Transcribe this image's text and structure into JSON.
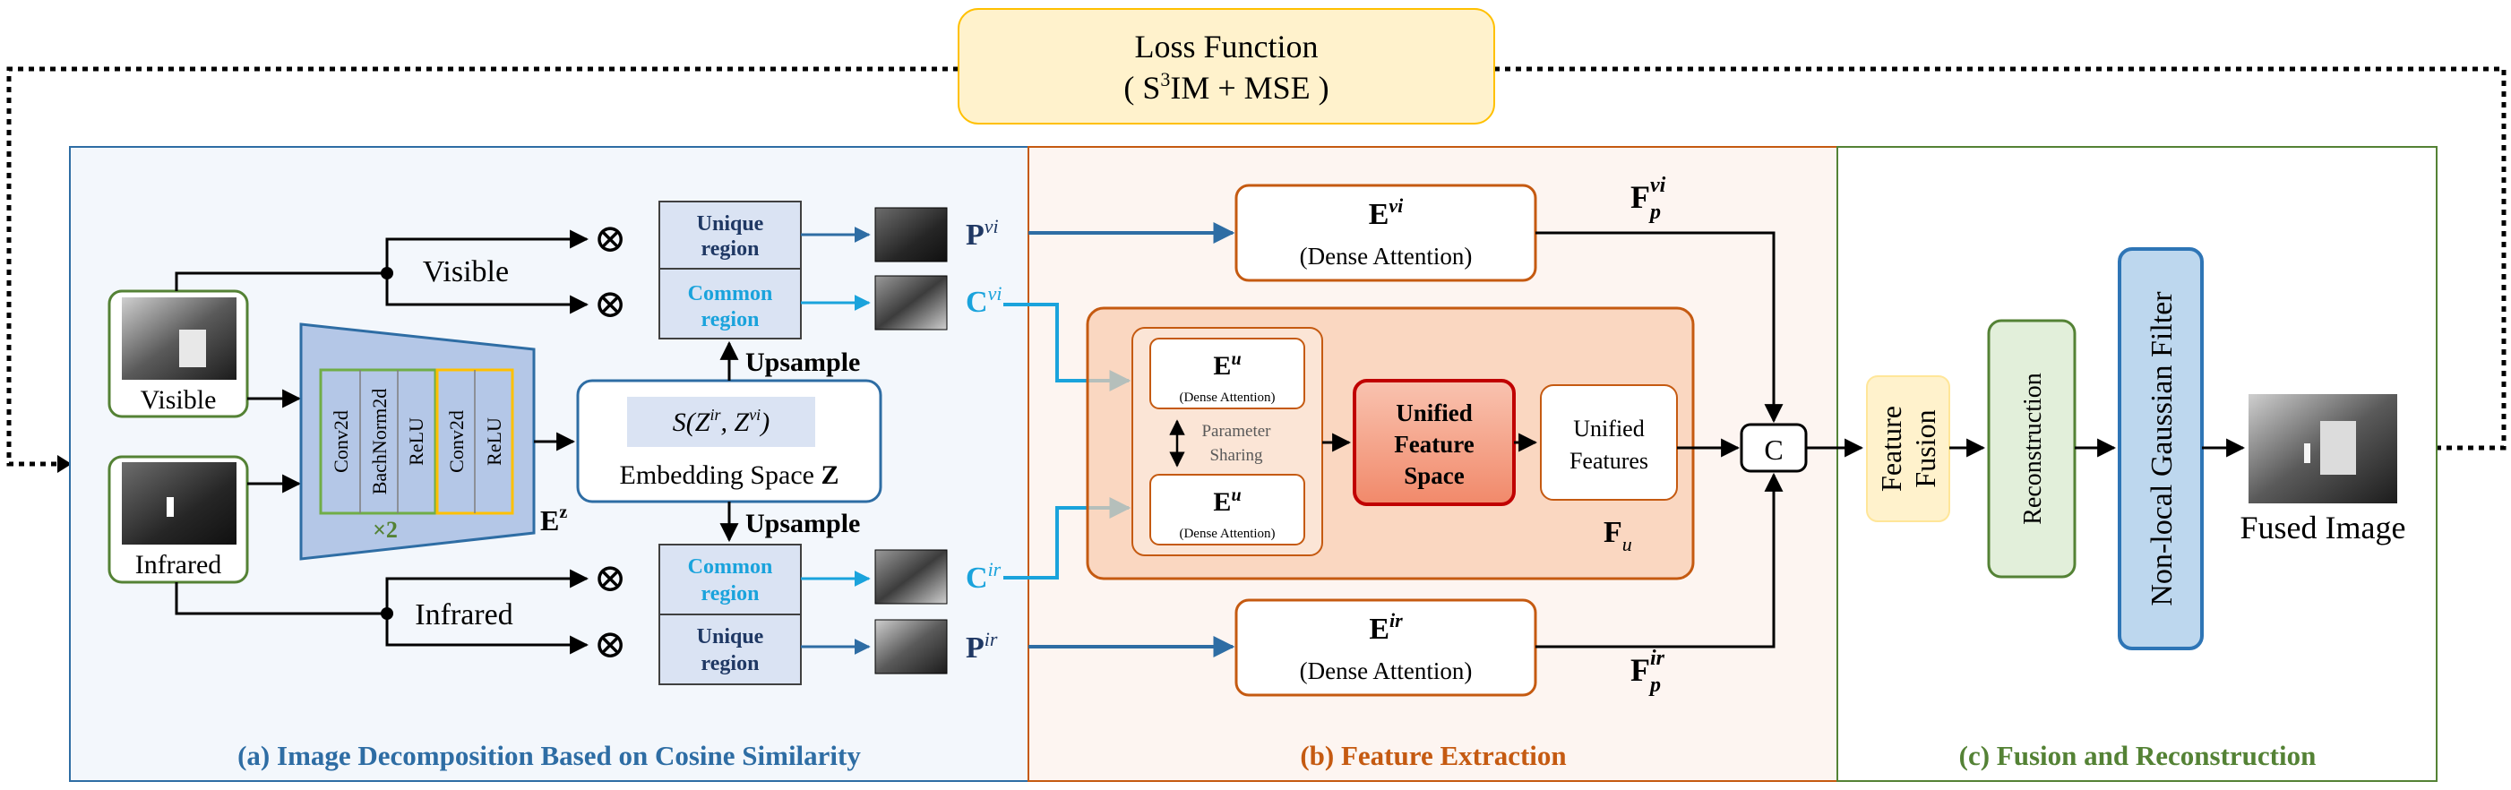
{
  "loss": {
    "title": "Loss Function",
    "formula_pre": "( S",
    "formula_sup": "3",
    "formula_post": "IM + MSE )"
  },
  "panels": {
    "a": {
      "caption": "(a)  Image Decomposition Based on Cosine Similarity"
    },
    "b": {
      "caption": "(b) Feature Extraction"
    },
    "c": {
      "caption": "(c) Fusion and Reconstruction"
    }
  },
  "inputs": {
    "visible_label": "Visible",
    "infrared_label": "Infrared",
    "visible_branch": "Visible",
    "infrared_branch": "Infrared"
  },
  "encoder": {
    "layers": [
      "Conv2d",
      "BachNorm2d",
      "ReLU",
      "Conv2d",
      "ReLU"
    ],
    "repeat": "×2",
    "name": "E",
    "name_sup": "z"
  },
  "embedding": {
    "formula": "S(Z",
    "sup1": "ir",
    "mid": ", Z",
    "sup2": "vi",
    "close": ")",
    "label": "Embedding Space ",
    "label_bold": "Z"
  },
  "upsample": {
    "top": "Upsample",
    "bottom": "Upsample"
  },
  "regions": {
    "vi_unique": [
      "Unique",
      "region"
    ],
    "vi_common": [
      "Common",
      "region"
    ],
    "ir_common": [
      "Common",
      "region"
    ],
    "ir_unique": [
      "Unique",
      "region"
    ]
  },
  "symbols": {
    "P_vi": "P",
    "P_vi_sup": "vi",
    "C_vi": "C",
    "C_vi_sup": "vi",
    "C_ir": "C",
    "C_ir_sup": "ir",
    "P_ir": "P",
    "P_ir_sup": "ir",
    "otimes": "⊗"
  },
  "feature_extraction": {
    "e_vi": "E",
    "e_vi_sup": "vi",
    "e_vi_sub": "(Dense Attention)",
    "e_ir": "E",
    "e_ir_sup": "ir",
    "e_ir_sub": "(Dense Attention)",
    "e_u": "E",
    "e_u_sup": "u",
    "e_u_sub": "(Dense Attention)",
    "param_sharing": [
      "Parameter",
      "Sharing"
    ],
    "unified_space": [
      "Unified",
      "Feature",
      "Space"
    ],
    "unified_features": [
      "Unified",
      "Features"
    ],
    "f_u": "F",
    "f_u_sub": "u",
    "f_vi": "F",
    "f_vi_sub": "p",
    "f_vi_sup": "vi",
    "f_ir": "F",
    "f_ir_sub": "p",
    "f_ir_sup": "ir"
  },
  "fusion": {
    "concat": "C",
    "feature_fusion": [
      "Feature",
      "Fusion"
    ],
    "reconstruction": "Reconstruction",
    "nlgf": "Non-local Gaussian Filter",
    "output": "Fused Image"
  },
  "colors": {
    "blue_dark": "#2e6da4",
    "cyan": "#1aa3dc",
    "orange": "#c55a11",
    "green": "#548235",
    "red": "#c00000",
    "yellow": "#ffc000"
  }
}
